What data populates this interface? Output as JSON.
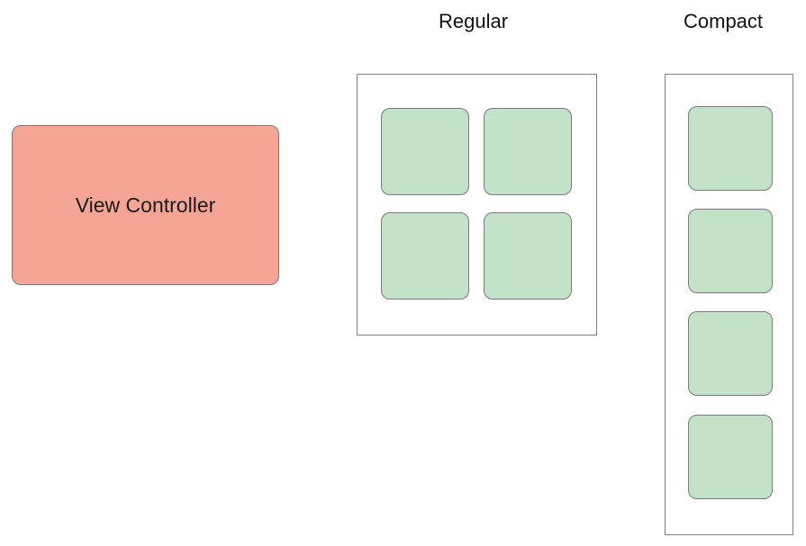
{
  "headers": {
    "regular": "Regular",
    "compact": "Compact"
  },
  "view_controller": {
    "label": "View Controller"
  },
  "colors": {
    "view_controller_fill": "#f4a595",
    "cell_fill": "#c4e2c8",
    "border": "#7a7a7a"
  },
  "regular_layout": {
    "columns": 2,
    "rows": 2,
    "cell_count": 4
  },
  "compact_layout": {
    "columns": 1,
    "rows": 4,
    "cell_count": 4
  }
}
